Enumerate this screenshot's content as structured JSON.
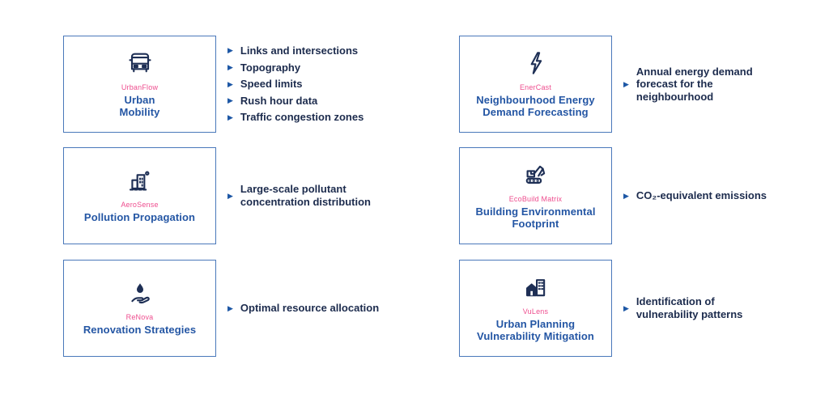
{
  "icons": {
    "bullet_arrow": "▶"
  },
  "colors": {
    "card_border_blue": "#4a78ba",
    "title_blue": "#2456a4",
    "brand_pink": "#ee4d8e",
    "text_navy": "#1c2b4d",
    "marker_blue": "#1d57a5",
    "icon_navy": "#1e2f55",
    "background": "#ffffff"
  },
  "modules": [
    {
      "brand": "UrbanFlow",
      "title": "Urban\nMobility",
      "icon": "bus-icon",
      "bullets": [
        "Links and intersections",
        "Topography",
        "Speed limits",
        "Rush hour data",
        "Traffic congestion zones"
      ]
    },
    {
      "brand": "AeroSense",
      "title": "Pollution Propagation",
      "icon": "pollution-city-icon",
      "bullets": [
        "Large-scale pollutant\nconcentration distribution"
      ]
    },
    {
      "brand": "ReNova",
      "title": "Renovation Strategies",
      "icon": "hand-droplet-icon",
      "bullets": [
        "Optimal resource allocation"
      ]
    },
    {
      "brand": "EnerCast",
      "title": "Neighbourhood Energy\nDemand Forecasting",
      "icon": "lightning-icon",
      "bullets": [
        "Annual energy demand\nforecast for the\nneighbourhood"
      ]
    },
    {
      "brand": "EcoBuild Matrix",
      "title": "Building Environmental\nFootprint",
      "icon": "excavator-icon",
      "bullets": [
        "CO₂-equivalent emissions"
      ]
    },
    {
      "brand": "VuLens",
      "title": "Urban Planning\nVulnerability Mitigation",
      "icon": "buildings-icon",
      "bullets": [
        "Identification of\nvulnerability patterns"
      ]
    }
  ]
}
